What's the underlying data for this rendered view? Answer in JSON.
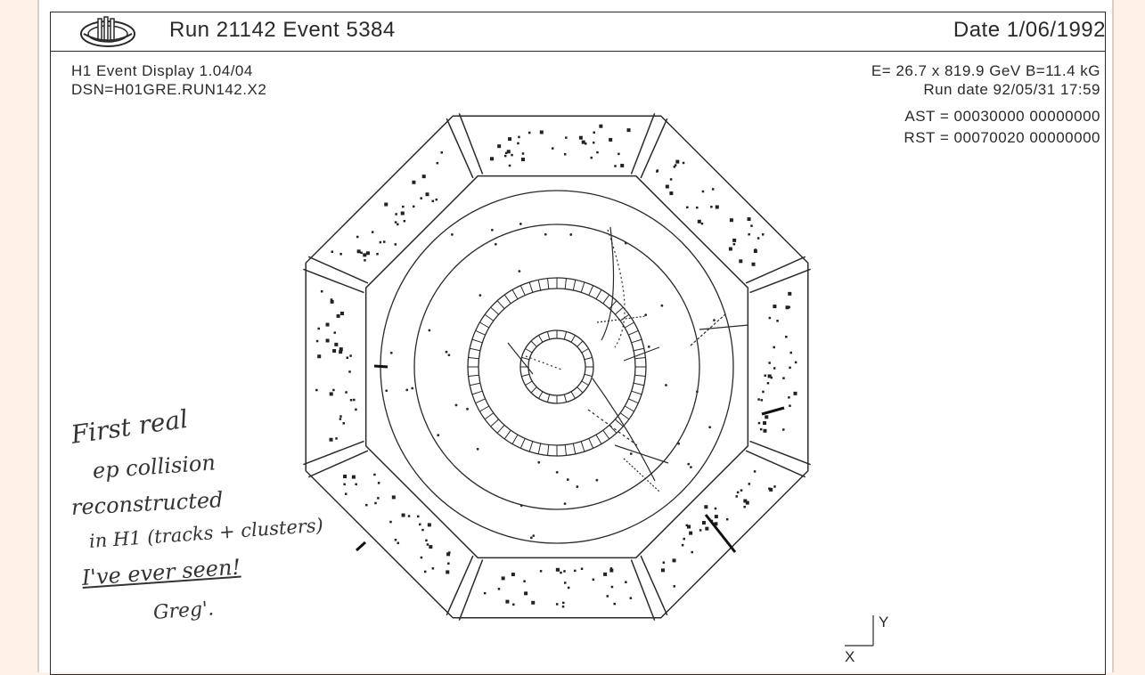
{
  "header": {
    "run_event": "Run 21142  Event 5384",
    "date": "Date  1/06/1992",
    "logo_icon": "h1-collaboration-logo"
  },
  "info_left": {
    "line1": "H1 Event Display  1.04/04",
    "line2": "DSN=H01GRE.RUN142.X2"
  },
  "info_right": {
    "energy": "E=  26.7 x 819.9 GeV   B=11.4 kG",
    "run_date": "Run date 92/05/31   17:59",
    "ast": "AST = 00030000 00000000",
    "rst": "RST = 00070020 00000000"
  },
  "axes": {
    "y_label": "Y",
    "x_label": "X"
  },
  "annotation": {
    "line1": "First real",
    "line2": "ep collision",
    "line3": "reconstructed",
    "line4": "in H1 (tracks + clusters)",
    "line5": "I've ever seen!",
    "signature": "Greg'."
  },
  "colors": {
    "paper": "#ffffff",
    "background": "#fdf1e8",
    "ink": "#2a2a2a"
  }
}
